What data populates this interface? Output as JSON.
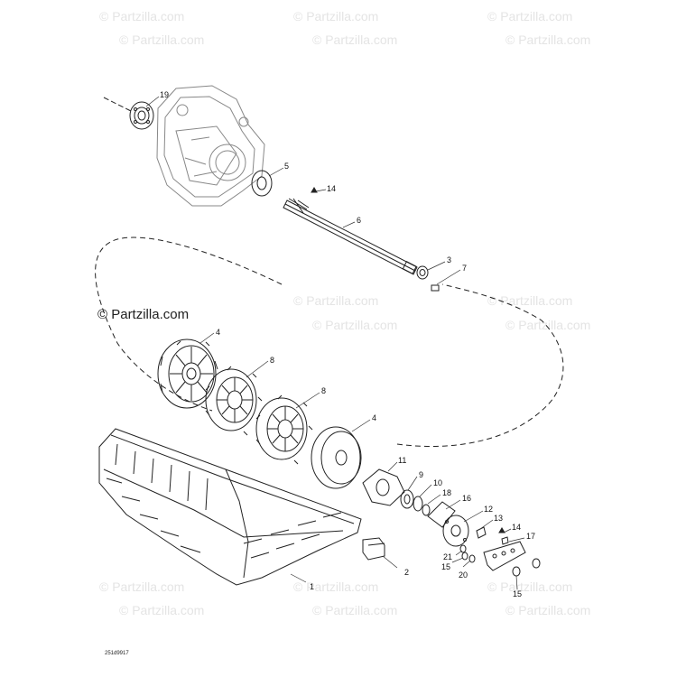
{
  "watermark": "© Partzilla.com",
  "brand_label": "© Partzilla.com",
  "diagram_code": "251d9917",
  "callouts": [
    "19",
    "5",
    "14",
    "6",
    "3",
    "7",
    "4",
    "8",
    "8",
    "4",
    "11",
    "9",
    "10",
    "18",
    "16",
    "12",
    "13",
    "14",
    "17",
    "21",
    "15",
    "20",
    "2",
    "1",
    "15"
  ]
}
